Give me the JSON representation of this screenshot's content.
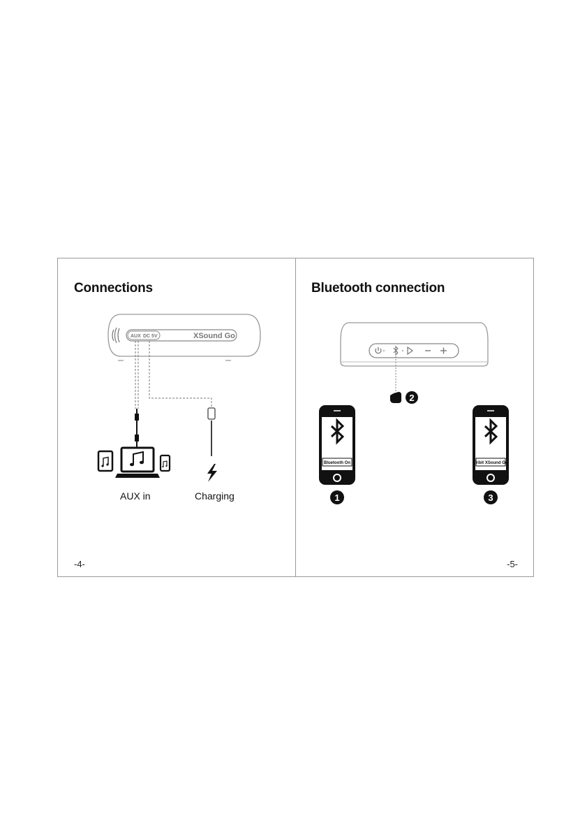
{
  "left_page": {
    "heading": "Connections",
    "speaker_ports": {
      "aux": "AUX",
      "dc": "DC 5V",
      "brand": "XSound Go"
    },
    "captions": {
      "aux_in": "AUX in",
      "charging": "Charging"
    },
    "page_number": "-4-"
  },
  "right_page": {
    "heading": "Bluetooth connection",
    "steps": [
      "1",
      "2",
      "3"
    ],
    "phone_1_screen": "Bluetooth On",
    "phone_3_screen": "Tribit XSound Go",
    "page_number": "-5-"
  },
  "icons": [
    "speaker-icon",
    "bluetooth-icon",
    "music-note-icon",
    "laptop-icon",
    "tablet-icon",
    "phone-icon",
    "lightning-icon",
    "hand-pointer-icon",
    "power-icon",
    "play-icon",
    "volume-minus-icon",
    "volume-plus-icon"
  ]
}
